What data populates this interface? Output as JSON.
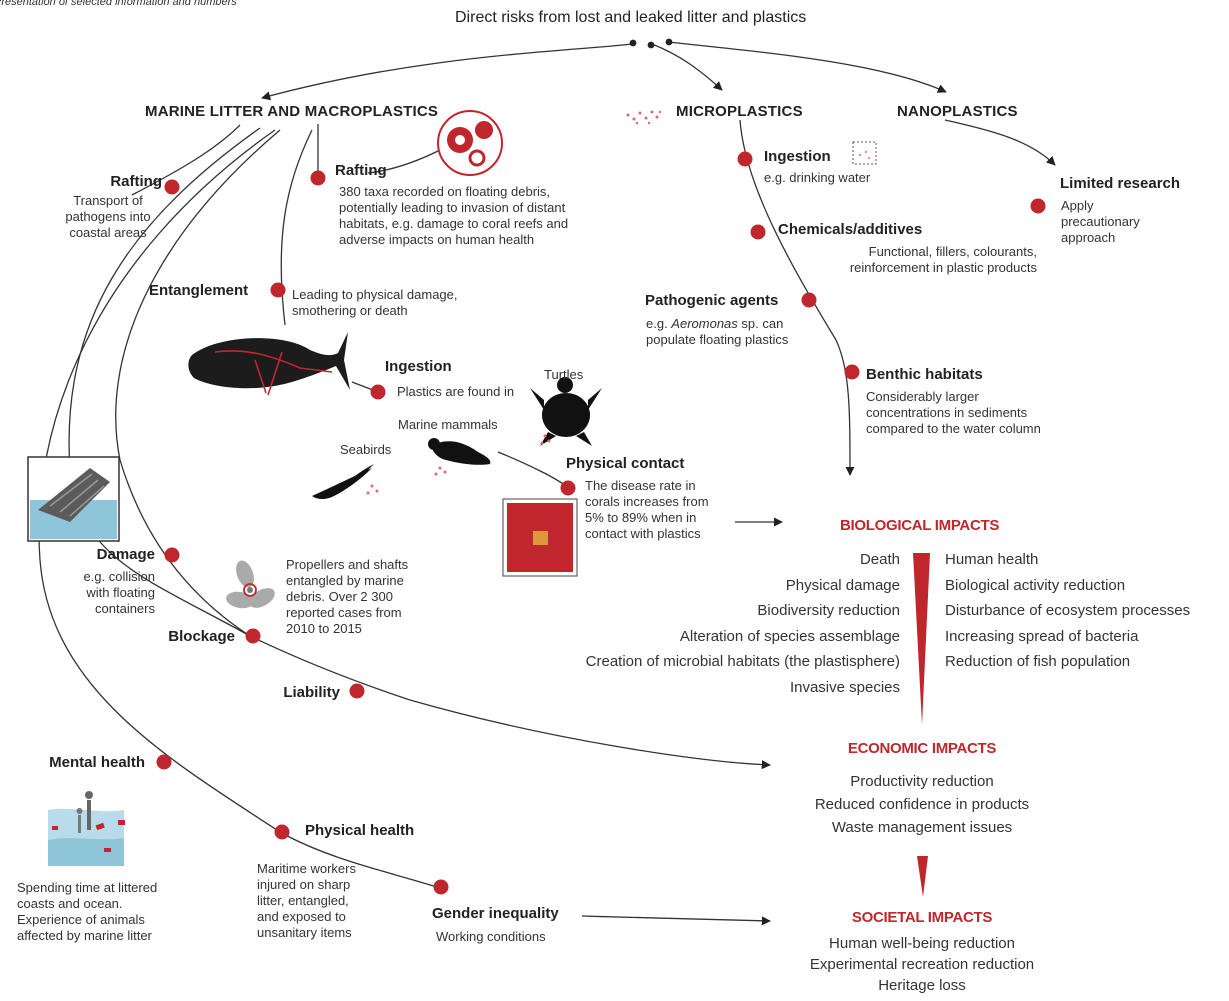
{
  "caption": "Presentation of selected information and numbers",
  "title": "Direct risks from lost and leaked litter and plastics",
  "categories": {
    "macro": "MARINE LITTER AND MACROPLASTICS",
    "micro": "MICROPLASTICS",
    "nano": "NANOPLASTICS"
  },
  "macro_nodes": {
    "rafting_left": {
      "title": "Rafting",
      "lines": [
        "Transport of",
        "pathogens into",
        "coastal areas"
      ]
    },
    "rafting_center": {
      "title": "Rafting",
      "lines": [
        "380 taxa recorded on floating debris,",
        "potentially leading to invasion of distant",
        "habitats, e.g. damage to coral reefs and",
        "adverse impacts on human health"
      ]
    },
    "entanglement": {
      "title": "Entanglement",
      "lines": [
        "Leading to physical damage,",
        "smothering or death"
      ]
    },
    "ingestion": {
      "title": "Ingestion",
      "lines": [
        "Plastics are found in"
      ]
    },
    "physical_contact": {
      "title": "Physical contact",
      "lines": [
        "The disease rate in",
        "corals increases from",
        "5% to 89% when in",
        "contact with plastics"
      ]
    },
    "damage": {
      "title": "Damage",
      "lines": [
        "e.g. collision",
        "with floating",
        "containers"
      ]
    },
    "blockage": {
      "title": "Blockage",
      "lines": [
        "Propellers and shafts",
        "entangled by marine",
        "debris. Over 2 300",
        "reported cases from",
        "2010 to 2015"
      ]
    },
    "liability": {
      "title": "Liability"
    },
    "mental_health": {
      "title": "Mental health",
      "lines": [
        "Spending time at littered",
        "coasts and ocean.",
        "Experience of animals",
        "affected by marine litter"
      ]
    },
    "physical_health": {
      "title": "Physical health",
      "lines": [
        "Maritime workers",
        "injured on sharp",
        "litter, entangled,",
        "and exposed to",
        "unsanitary items"
      ]
    },
    "gender_inequality": {
      "title": "Gender inequality",
      "lines": [
        "Working conditions"
      ]
    }
  },
  "animal_labels": {
    "turtles": "Turtles",
    "marine_mammals": "Marine mammals",
    "seabirds": "Seabirds"
  },
  "micro_nodes": {
    "ingestion": {
      "title": "Ingestion",
      "lines": [
        "e.g. drinking water"
      ]
    },
    "chemicals": {
      "title": "Chemicals/additives",
      "lines": [
        "Functional, fillers, colourants,",
        "reinforcement in plastic products"
      ]
    },
    "pathogenic": {
      "title": "Pathogenic agents",
      "lines": [
        "e.g. ",
        "Aeromonas",
        " sp. can",
        "populate floating plastics"
      ]
    },
    "benthic": {
      "title": "Benthic habitats",
      "lines": [
        "Considerably larger",
        "concentrations in sediments",
        "compared to the water column"
      ]
    }
  },
  "nano_nodes": {
    "limited_research": {
      "title": "Limited research",
      "lines": [
        "Apply",
        "precautionary",
        "approach"
      ]
    }
  },
  "impacts": {
    "biological": {
      "title": "BIOLOGICAL IMPACTS",
      "left": [
        "Death",
        "Physical damage",
        "Biodiversity reduction",
        "Alteration of species assemblage",
        "Creation of microbial habitats (the plastisphere)",
        "Invasive species"
      ],
      "right": [
        "Human health",
        "Biological activity reduction",
        "Disturbance of ecosystem processes",
        "Increasing spread of bacteria",
        "Reduction of fish population"
      ]
    },
    "economic": {
      "title": "ECONOMIC IMPACTS",
      "items": [
        "Productivity reduction",
        "Reduced confidence in products",
        "Waste management issues"
      ]
    },
    "societal": {
      "title": "SOCIETAL IMPACTS",
      "items": [
        "Human well-being reduction",
        "Experimental recreation reduction",
        "Heritage loss"
      ]
    }
  },
  "colors": {
    "node": "#c0272d",
    "line": "#333333",
    "impact": "#c0272d",
    "whale": "#1c1c1c",
    "coral_square": "#c0272d",
    "coral_center": "#e0973a",
    "water": "#8ec5d8"
  }
}
